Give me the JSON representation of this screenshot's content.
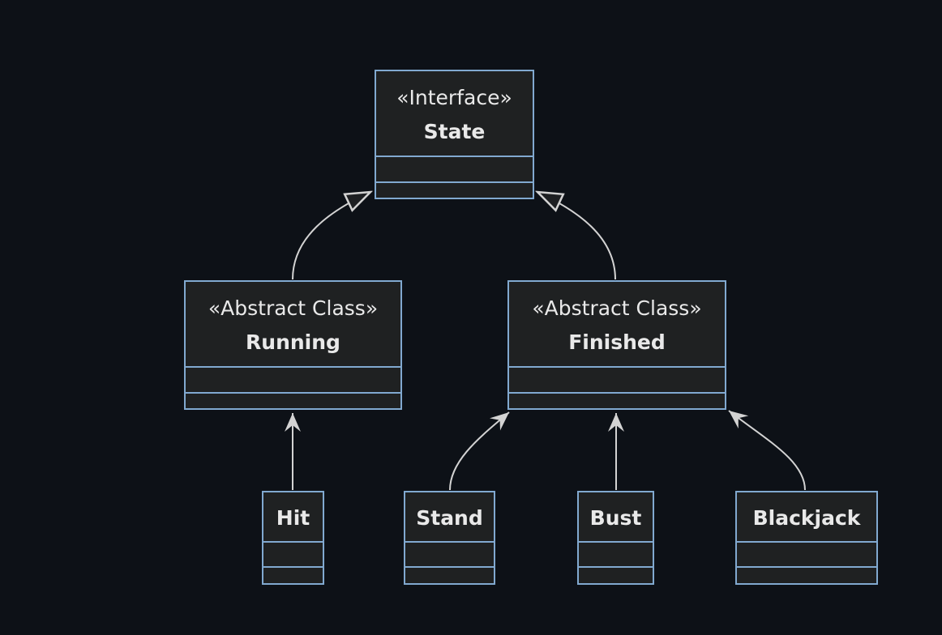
{
  "diagram": {
    "kind": "uml-class-diagram",
    "colors": {
      "background": "#0d1117",
      "node_fill": "#1f2122",
      "node_border": "#81a9d0",
      "text": "#e9e9e9",
      "edge_line": "#d3d3d3"
    },
    "classes": [
      {
        "annotation": "«Interface»",
        "name": "State"
      },
      {
        "annotation": "«Abstract Class»",
        "name": "Running"
      },
      {
        "annotation": "«Abstract Class»",
        "name": "Finished"
      },
      {
        "name": "Hit"
      },
      {
        "name": "Stand"
      },
      {
        "name": "Bust"
      },
      {
        "name": "Blackjack"
      }
    ],
    "relations": [
      {
        "from": "Running",
        "to": "State",
        "type": "inheritance-hollow-triangle"
      },
      {
        "from": "Finished",
        "to": "State",
        "type": "inheritance-hollow-triangle"
      },
      {
        "from": "Hit",
        "to": "Running",
        "type": "arrow"
      },
      {
        "from": "Stand",
        "to": "Finished",
        "type": "arrow"
      },
      {
        "from": "Bust",
        "to": "Finished",
        "type": "arrow"
      },
      {
        "from": "Blackjack",
        "to": "Finished",
        "type": "arrow"
      }
    ]
  }
}
